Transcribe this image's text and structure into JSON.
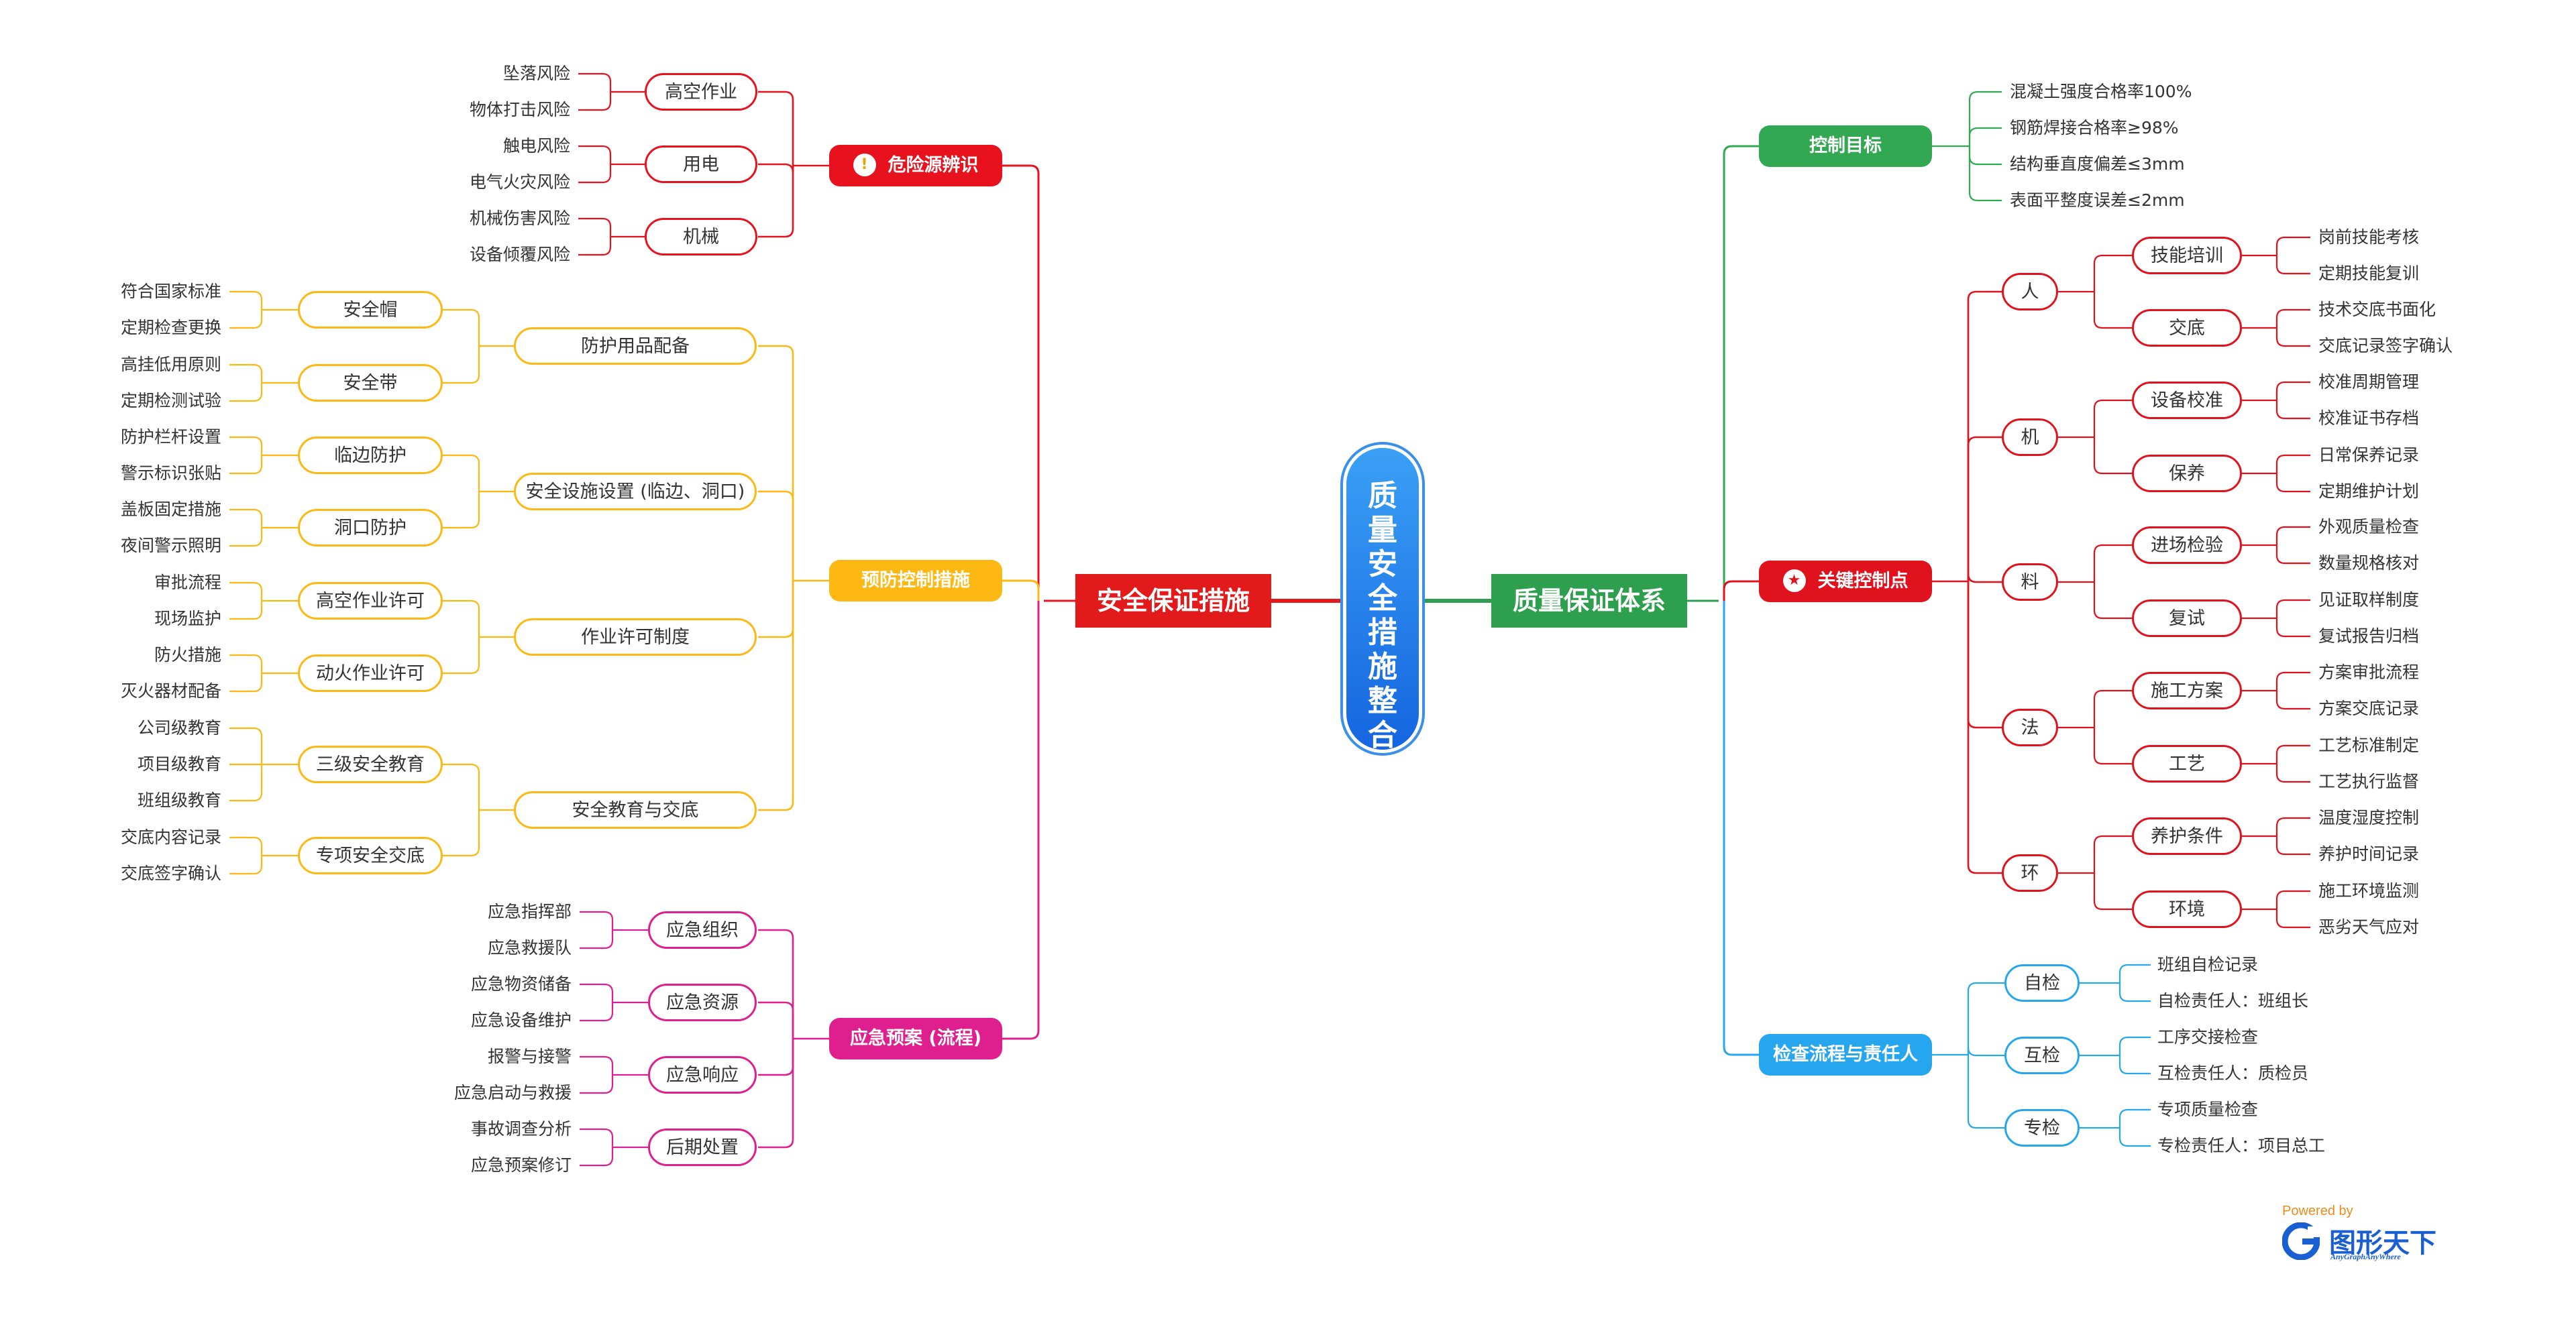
{
  "center_title": "质量安全措施整合",
  "colors": {
    "safety": "#e31a1c",
    "quality": "#2e9e4f",
    "hazard": "#e8121f",
    "prevent": "#fdb813",
    "emergency": "#e01f8f",
    "target": "#33a852",
    "keypoint": "#e0121d",
    "inspect": "#26a6ee",
    "center": "#1f7be8"
  },
  "safety": {
    "title": "安全保证措施",
    "hazard": {
      "label": "危险源辨识",
      "icon": "warning-icon",
      "groups": [
        {
          "label": "高空作业",
          "leaves": [
            "坠落风险",
            "物体打击风险"
          ]
        },
        {
          "label": "用电",
          "leaves": [
            "触电风险",
            "电气火灾风险"
          ]
        },
        {
          "label": "机械",
          "leaves": [
            "机械伤害风险",
            "设备倾覆风险"
          ]
        }
      ]
    },
    "prevent": {
      "label": "预防控制措施",
      "subs": [
        {
          "label": "防护用品配备",
          "groups": [
            {
              "label": "安全帽",
              "leaves": [
                "符合国家标准",
                "定期检查更换"
              ]
            },
            {
              "label": "安全带",
              "leaves": [
                "高挂低用原则",
                "定期检测试验"
              ]
            }
          ]
        },
        {
          "label": "安全设施设置 (临边、洞口)",
          "groups": [
            {
              "label": "临边防护",
              "leaves": [
                "防护栏杆设置",
                "警示标识张贴"
              ]
            },
            {
              "label": "洞口防护",
              "leaves": [
                "盖板固定措施",
                "夜间警示照明"
              ]
            }
          ]
        },
        {
          "label": "作业许可制度",
          "groups": [
            {
              "label": "高空作业许可",
              "leaves": [
                "审批流程",
                "现场监护"
              ]
            },
            {
              "label": "动火作业许可",
              "leaves": [
                "防火措施",
                "灭火器材配备"
              ]
            }
          ]
        },
        {
          "label": "安全教育与交底",
          "groups": [
            {
              "label": "三级安全教育",
              "leaves": [
                "公司级教育",
                "项目级教育",
                "班组级教育"
              ]
            },
            {
              "label": "专项安全交底",
              "leaves": [
                "交底内容记录",
                "交底签字确认"
              ]
            }
          ]
        }
      ]
    },
    "emergency": {
      "label": "应急预案 (流程)",
      "groups": [
        {
          "label": "应急组织",
          "leaves": [
            "应急指挥部",
            "应急救援队"
          ]
        },
        {
          "label": "应急资源",
          "leaves": [
            "应急物资储备",
            "应急设备维护"
          ]
        },
        {
          "label": "应急响应",
          "leaves": [
            "报警与接警",
            "应急启动与救援"
          ]
        },
        {
          "label": "后期处置",
          "leaves": [
            "事故调查分析",
            "应急预案修订"
          ]
        }
      ]
    }
  },
  "quality": {
    "title": "质量保证体系",
    "target": {
      "label": "控制目标",
      "leaves": [
        "混凝土强度合格率100%",
        "钢筋焊接合格率≥98%",
        "结构垂直度偏差≤3mm",
        "表面平整度误差≤2mm"
      ]
    },
    "keypoint": {
      "label": "关键控制点",
      "icon": "star-icon",
      "subs": [
        {
          "label": "人",
          "groups": [
            {
              "label": "技能培训",
              "leaves": [
                "岗前技能考核",
                "定期技能复训"
              ]
            },
            {
              "label": "交底",
              "leaves": [
                "技术交底书面化",
                "交底记录签字确认"
              ]
            }
          ]
        },
        {
          "label": "机",
          "groups": [
            {
              "label": "设备校准",
              "leaves": [
                "校准周期管理",
                "校准证书存档"
              ]
            },
            {
              "label": "保养",
              "leaves": [
                "日常保养记录",
                "定期维护计划"
              ]
            }
          ]
        },
        {
          "label": "料",
          "groups": [
            {
              "label": "进场检验",
              "leaves": [
                "外观质量检查",
                "数量规格核对"
              ]
            },
            {
              "label": "复试",
              "leaves": [
                "见证取样制度",
                "复试报告归档"
              ]
            }
          ]
        },
        {
          "label": "法",
          "groups": [
            {
              "label": "施工方案",
              "leaves": [
                "方案审批流程",
                "方案交底记录"
              ]
            },
            {
              "label": "工艺",
              "leaves": [
                "工艺标准制定",
                "工艺执行监督"
              ]
            }
          ]
        },
        {
          "label": "环",
          "groups": [
            {
              "label": "养护条件",
              "leaves": [
                "温度湿度控制",
                "养护时间记录"
              ]
            },
            {
              "label": "环境",
              "leaves": [
                "施工环境监测",
                "恶劣天气应对"
              ]
            }
          ]
        }
      ]
    },
    "inspect": {
      "label": "检查流程与责任人",
      "groups": [
        {
          "label": "自检",
          "leaves": [
            "班组自检记录",
            "自检责任人：班组长"
          ]
        },
        {
          "label": "互检",
          "leaves": [
            "工序交接检查",
            "互检责任人：质检员"
          ]
        },
        {
          "label": "专检",
          "leaves": [
            "专项质量检查",
            "专检责任人：项目总工"
          ]
        }
      ]
    }
  },
  "logo": {
    "powered_by": "Powered by",
    "name": "图形天下",
    "tagline": "AnyGraphAnyWhere"
  }
}
